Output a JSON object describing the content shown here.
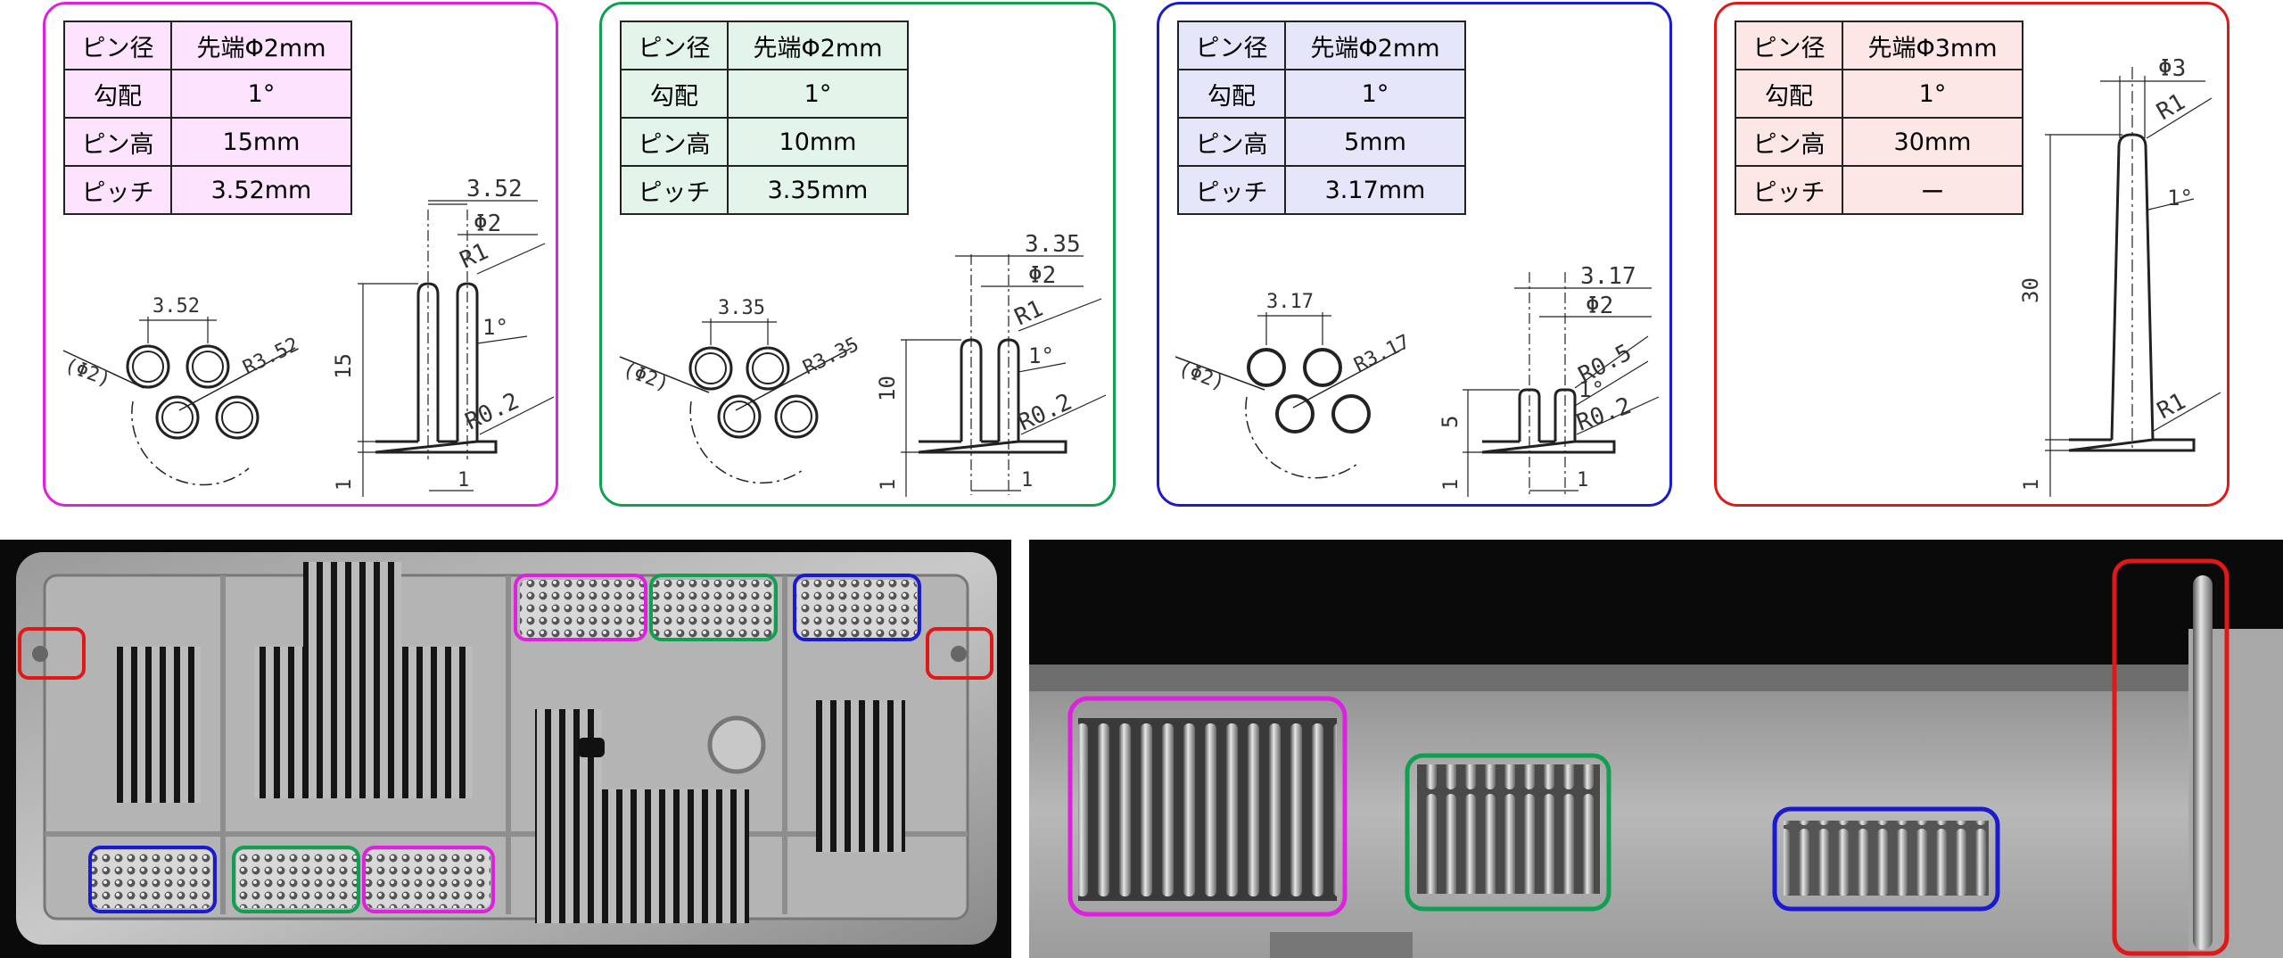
{
  "panels": [
    {
      "color": "#e020e0",
      "rows": [
        {
          "key": "ピン径",
          "value": "先端Φ2mm",
          "fill": "#fde3fd"
        },
        {
          "key": "勾配",
          "value": "1°",
          "fill": "#fde3fd"
        },
        {
          "key": "ピン高",
          "value": "15mm",
          "fill": "#fde3fd"
        },
        {
          "key": "ピッチ",
          "value": "3.52mm",
          "fill": "#fde3fd"
        }
      ],
      "labels": {
        "pitch_top": "3.52",
        "pitch_plan": "3.52",
        "radius_plan": "R3.52",
        "dia_plan": "(Φ2)",
        "tip_dia": "Φ2",
        "tip_r": "R1",
        "draft": "1°",
        "root_r": "R0.2",
        "height": "15",
        "base_t": "1",
        "base_w": "1"
      }
    },
    {
      "color": "#10a050",
      "rows": [
        {
          "key": "ピン径",
          "value": "先端Φ2mm",
          "fill": "#e3f5ea"
        },
        {
          "key": "勾配",
          "value": "1°",
          "fill": "#e3f5ea"
        },
        {
          "key": "ピン高",
          "value": "10mm",
          "fill": "#e3f5ea"
        },
        {
          "key": "ピッチ",
          "value": "3.35mm",
          "fill": "#e3f5ea"
        }
      ],
      "labels": {
        "pitch_top": "3.35",
        "pitch_plan": "3.35",
        "radius_plan": "R3.35",
        "dia_plan": "(Φ2)",
        "tip_dia": "Φ2",
        "tip_r": "R1",
        "draft": "1°",
        "root_r": "R0.2",
        "height": "10",
        "base_t": "1",
        "base_w": "1"
      }
    },
    {
      "color": "#1a1ad0",
      "rows": [
        {
          "key": "ピン径",
          "value": "先端Φ2mm",
          "fill": "#e6e6fb"
        },
        {
          "key": "勾配",
          "value": "1°",
          "fill": "#e6e6fb"
        },
        {
          "key": "ピン高",
          "value": "5mm",
          "fill": "#e6e6fb"
        },
        {
          "key": "ピッチ",
          "value": "3.17mm",
          "fill": "#e6e6fb"
        }
      ],
      "labels": {
        "pitch_top": "3.17",
        "pitch_plan": "3.17",
        "radius_plan": "R3.17",
        "dia_plan": "(Φ2)",
        "tip_dia": "Φ2",
        "tip_r": "R0.5",
        "draft": "1°",
        "root_r": "R0.2",
        "height": "5",
        "base_t": "1",
        "base_w": "1"
      }
    },
    {
      "color": "#e01818",
      "rows": [
        {
          "key": "ピン径",
          "value": "先端Φ3mm",
          "fill": "#fde6e6"
        },
        {
          "key": "勾配",
          "value": "1°",
          "fill": "#fde6e6"
        },
        {
          "key": "ピン高",
          "value": "30mm",
          "fill": "#fde6e6"
        },
        {
          "key": "ピッチ",
          "value": "ー",
          "fill": "#fde6e6"
        }
      ],
      "labels": {
        "tip_dia": "Φ3",
        "tip_r": "R1",
        "draft": "1°",
        "root_r": "R1",
        "height": "30",
        "base_t": "1"
      }
    }
  ],
  "photos": {
    "highlight_colors": {
      "magenta": "#e020e0",
      "green": "#10a050",
      "blue": "#1a1ad0",
      "red": "#e01818"
    }
  }
}
